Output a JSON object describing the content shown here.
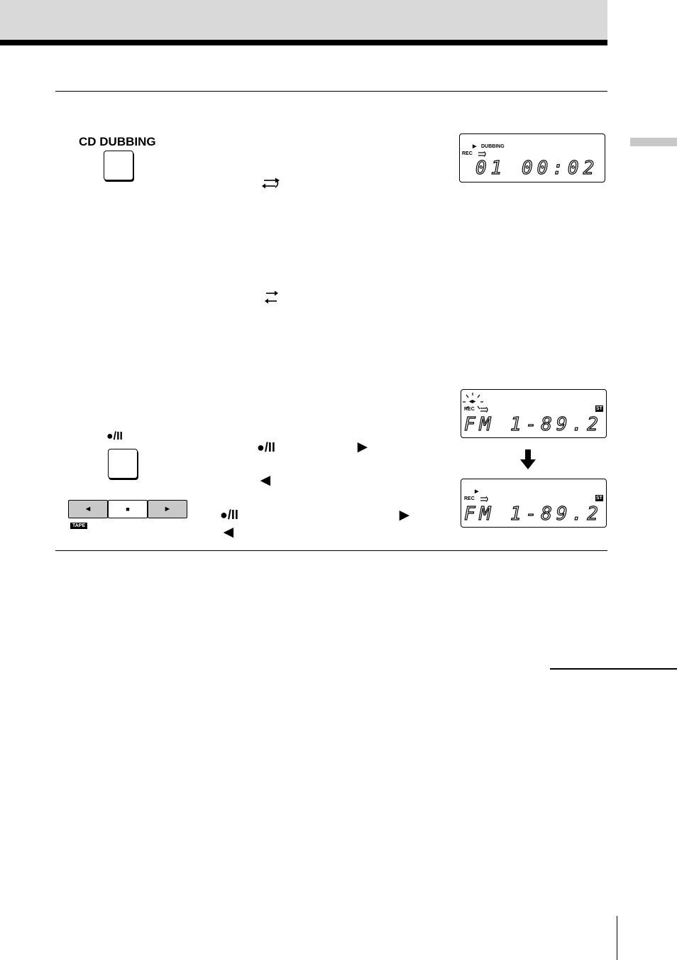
{
  "header": {},
  "cd_dubbing": {
    "button_label": "CD DUBBING",
    "direction_icon": "one-way-direction-icon"
  },
  "display_dubbing": {
    "play_indicator": "▶",
    "dubbing_label": "DUBBING",
    "rec_label": "REC",
    "direction_icon": "one-way-direction-icon",
    "readout": "01 00:02"
  },
  "mode_icon": "both-sides-direction-icon",
  "rec_pause": {
    "button_label": "●/II",
    "inline_label_1": "●/II",
    "inline_label_2": "●/II",
    "forward_icon": "►",
    "reverse_icon": "◄"
  },
  "display_radio_1": {
    "direction_indicator": "◀▶",
    "rec_label": "REC",
    "direction_icon": "one-way-direction-icon",
    "stereo_badge": "ST",
    "readout": "FM 1-89.2"
  },
  "display_radio_2": {
    "play_indicator": "▶",
    "rec_label": "REC",
    "direction_icon": "one-way-direction-icon",
    "stereo_badge": "ST",
    "readout": "FM 1-89.2"
  },
  "tape_deck": {
    "rewind_symbol": "◄",
    "stop_symbol": "■",
    "play_symbol": "►",
    "label": "TAPE"
  },
  "colors": {
    "header_band": "#d9d9d9",
    "side_tab": "#c8c8c8",
    "ink": "#000000"
  }
}
